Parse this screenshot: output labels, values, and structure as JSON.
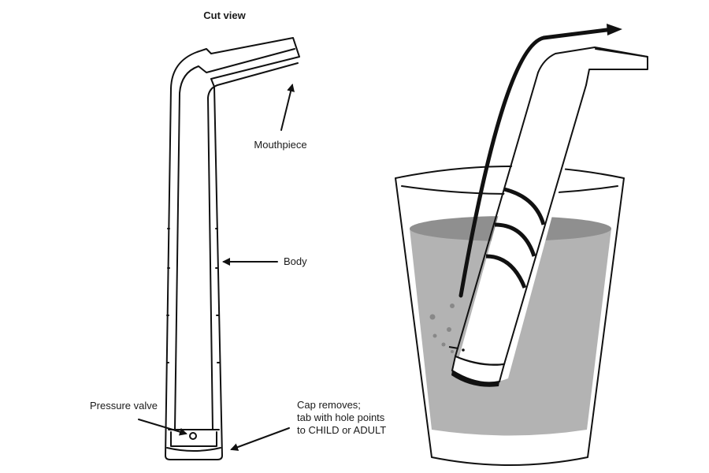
{
  "cut_view": {
    "title": "Cut view",
    "labels": {
      "mouthpiece": "Mouthpiece",
      "body": "Body",
      "pressure_valve": "Pressure valve",
      "cap_line1": "Cap removes;",
      "cap_line2": "tab with hole points",
      "cap_line3": "to CHILD or ADULT"
    }
  },
  "colors": {
    "water": "#b3b3b3",
    "water_surface": "#8f8f8f",
    "ink": "#111111"
  }
}
